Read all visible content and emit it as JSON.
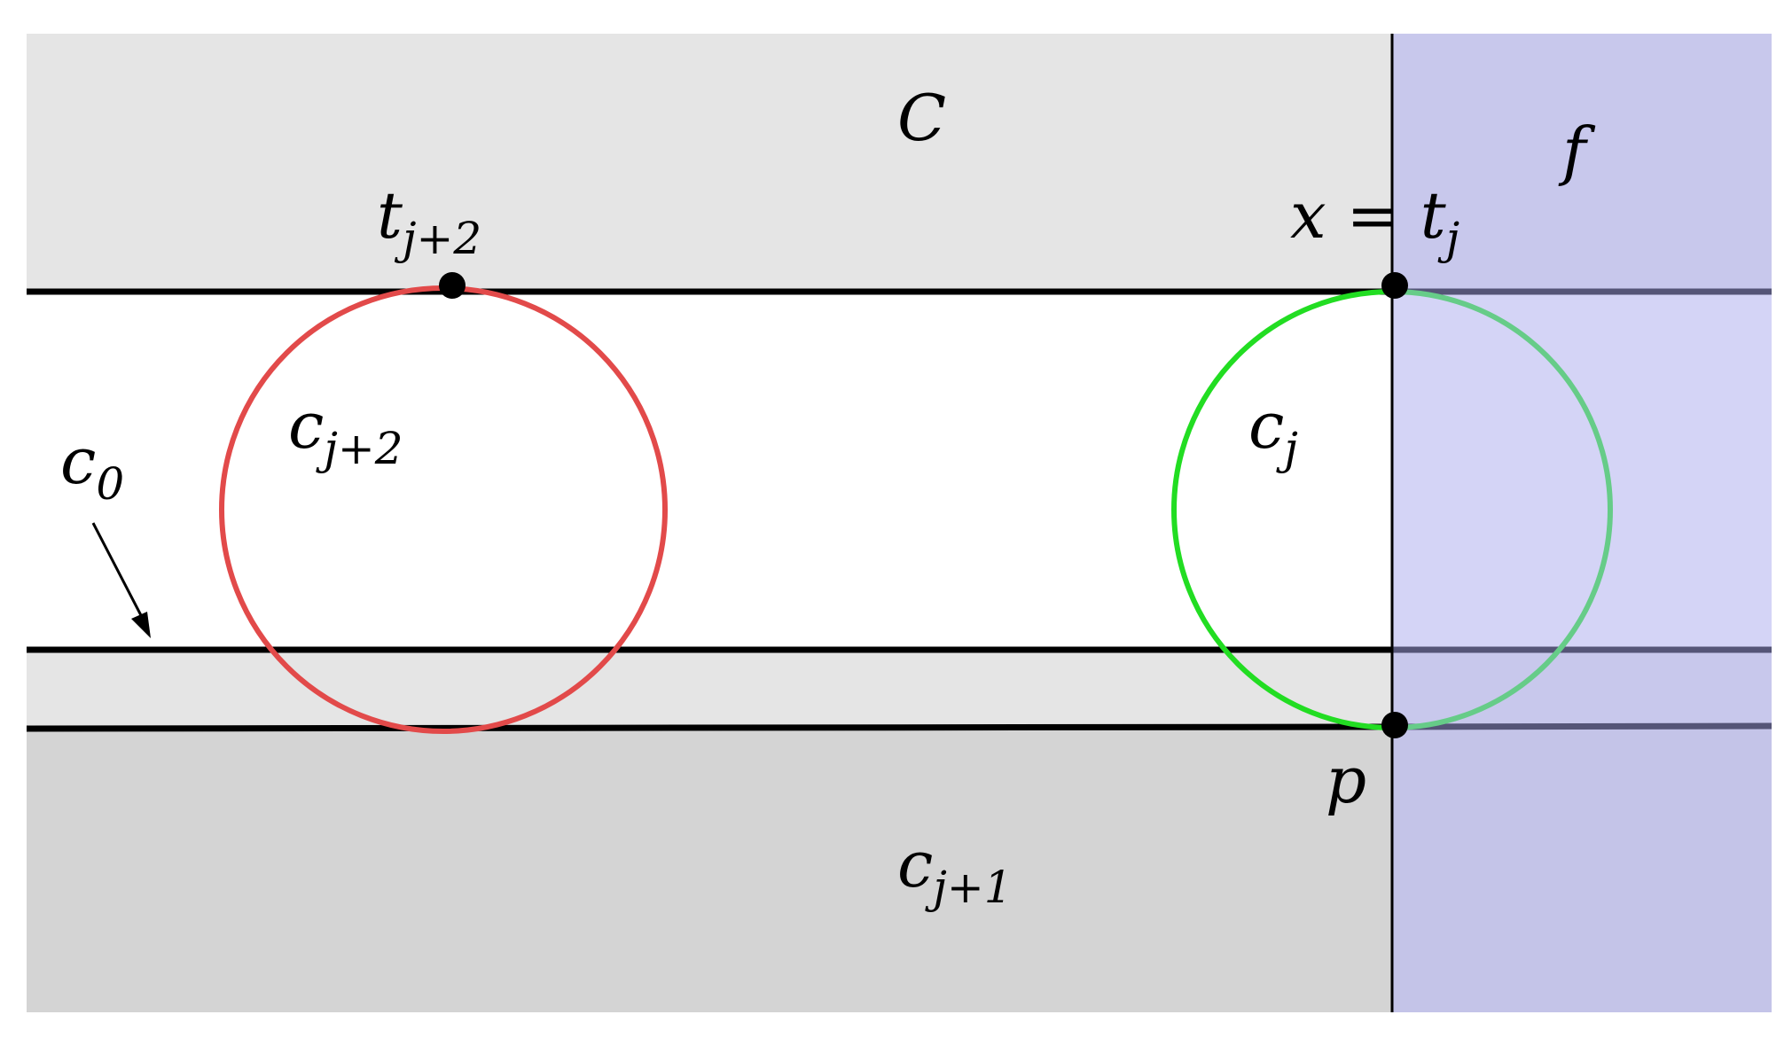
{
  "labels": {
    "C": "C",
    "f": "f",
    "t_j2": {
      "base": "t",
      "sub": "j+2"
    },
    "x_eq_tj": {
      "base": "x = t",
      "sub": "j"
    },
    "c_j2": {
      "base": "c",
      "sub": "j+2"
    },
    "c_j": {
      "base": "c",
      "sub": "j"
    },
    "c_0": {
      "base": "c",
      "sub": "0"
    },
    "p": "p",
    "c_j1": {
      "base": "c",
      "sub": "j+1"
    }
  },
  "colors": {
    "region_light": "#e5e5e5",
    "region_dark": "#d4d4d4",
    "region_blue": "#c8c8ec",
    "region_blue_light": "#d4d4f6",
    "circle_red": "#e24a4a",
    "circle_green": "#22dd22",
    "circle_green_faded": "#66cc88",
    "line": "#000000"
  }
}
